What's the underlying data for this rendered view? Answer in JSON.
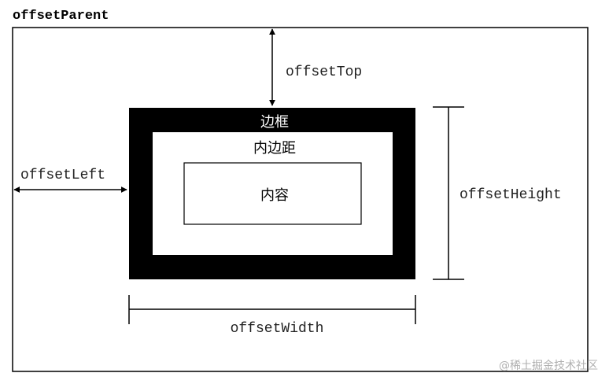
{
  "diagram": {
    "title": "offsetParent",
    "labels": {
      "border": "边框",
      "padding": "内边距",
      "content": "内容",
      "offset_top": "offsetTop",
      "offset_left": "offsetLeft",
      "offset_height": "offsetHeight",
      "offset_width": "offsetWidth"
    },
    "watermark": "@稀土掘金技术社区"
  }
}
